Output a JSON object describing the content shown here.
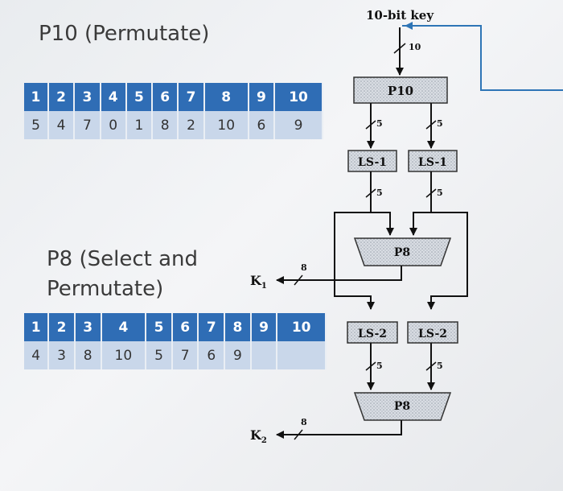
{
  "p10": {
    "title": "P10 (Permutate)",
    "header": [
      "1",
      "2",
      "3",
      "4",
      "5",
      "6",
      "7",
      "8",
      "9",
      "10"
    ],
    "values": [
      "5",
      "4",
      "7",
      "0",
      "1",
      "8",
      "2",
      "10",
      "6",
      "9"
    ]
  },
  "p8": {
    "title_line1": "P8 (Select and",
    "title_line2": "Permutate)",
    "header": [
      "1",
      "2",
      "3",
      "4",
      "5",
      "6",
      "7",
      "8",
      "9",
      "10"
    ],
    "values": [
      "4",
      "3",
      "8",
      "10",
      "5",
      "7",
      "6",
      "9",
      "",
      ""
    ]
  },
  "diagram": {
    "key_label": "10-bit key",
    "key_bits": "10",
    "p10_block": "P10",
    "ls1_left": "LS-1",
    "ls1_right": "LS-1",
    "ls2_left": "LS-2",
    "ls2_right": "LS-2",
    "p8_top": "P8",
    "p8_bottom": "P8",
    "bits_5": "5",
    "bits_8": "8",
    "k1": "K",
    "k1_sub": "1",
    "k2": "K",
    "k2_sub": "2"
  },
  "colors": {
    "header_blue": "#2f6db5",
    "row_light": "#c9d7ea",
    "feedback_line": "#2e75b6"
  }
}
